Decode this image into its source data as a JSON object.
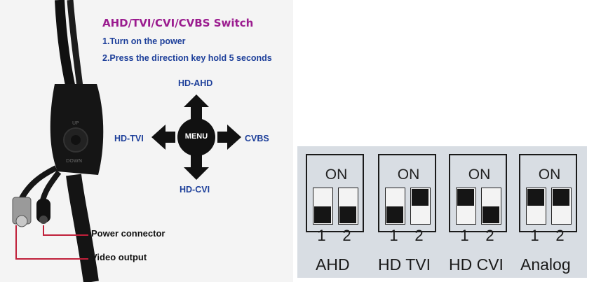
{
  "instructions": {
    "title": "AHD/TVI/CVI/CVBS Switch",
    "step1": "1.Turn on the power",
    "step2": "2.Press the direction key hold 5 seconds"
  },
  "direction_pad": {
    "center_label": "MENU",
    "up": "HD-AHD",
    "left": "HD-TVI",
    "right": "CVBS",
    "down": "HD-CVI"
  },
  "callouts": {
    "power": "Power connector",
    "video": "Video output"
  },
  "dip_switches": {
    "on_label": "ON",
    "numbers": [
      "1",
      "2"
    ],
    "groups": [
      {
        "mode": "AHD",
        "switch1": "down",
        "switch2": "down"
      },
      {
        "mode": "HD TVI",
        "switch1": "down",
        "switch2": "up"
      },
      {
        "mode": "HD CVI",
        "switch1": "up",
        "switch2": "down"
      },
      {
        "mode": "Analog",
        "switch1": "up",
        "switch2": "up"
      }
    ]
  },
  "colors": {
    "title": "#9b1c8f",
    "steps": "#1d3f9a",
    "callout_line": "#c0203a"
  }
}
